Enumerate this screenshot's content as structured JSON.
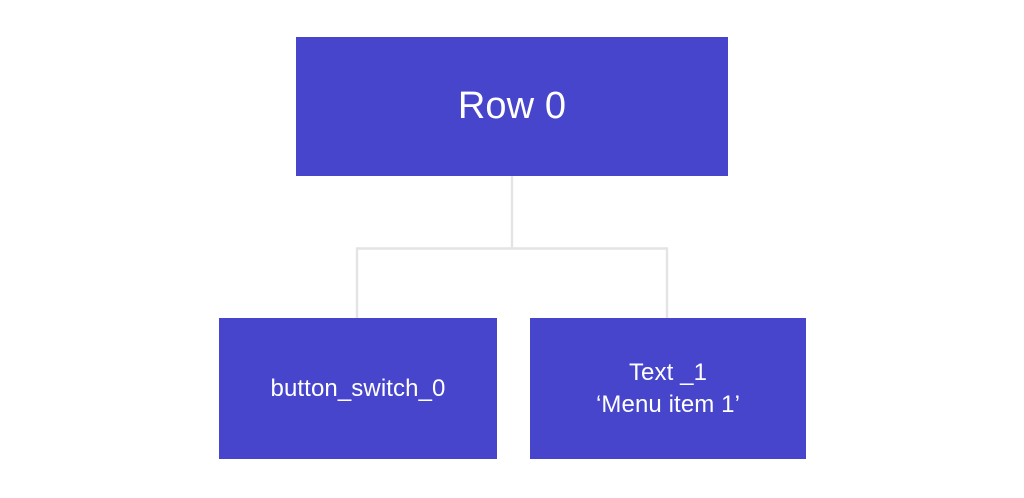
{
  "diagram": {
    "type": "widget-tree",
    "background_color": "#ffffff",
    "node_color": "#4645cc",
    "node_text_color": "#ffffff",
    "connector_color": "#e4e4e6",
    "root": {
      "label": "Row 0"
    },
    "children": [
      {
        "label": "button_switch_0"
      },
      {
        "line_1": "Text _1",
        "line_2": "‘Menu item 1’"
      }
    ]
  }
}
